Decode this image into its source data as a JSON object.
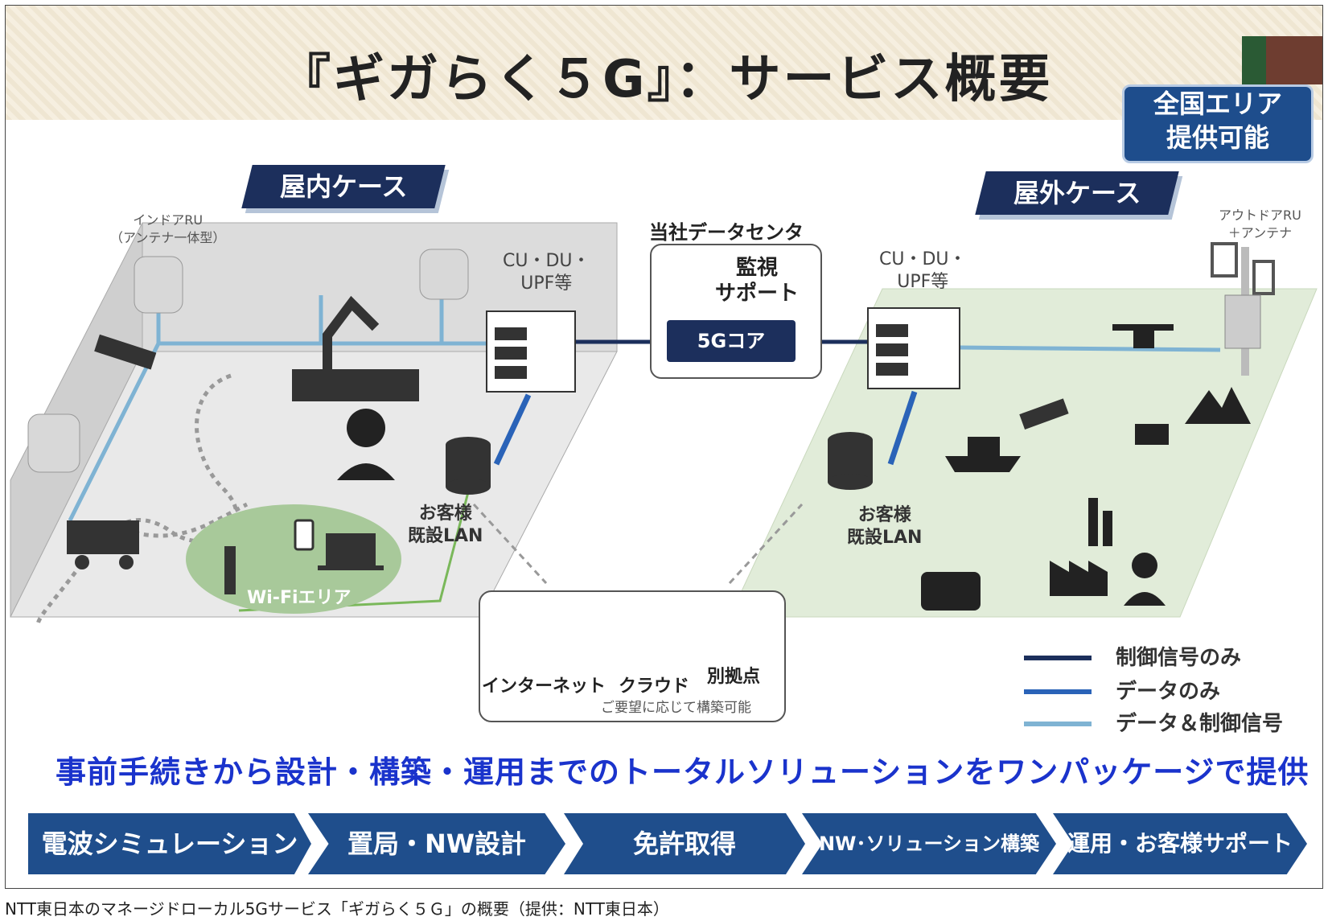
{
  "title": "『ギガらく５G』：サービス概要",
  "area_badge": [
    "全国エリア",
    "提供可能"
  ],
  "indoor_case": "屋内ケース",
  "outdoor_case": "屋外ケース",
  "indoor_ru": [
    "インドアRU",
    "（アンテナ一体型）"
  ],
  "outdoor_ru": [
    "アウトドアRU",
    "＋アンテナ"
  ],
  "cu_du_left": [
    "CU・DU・",
    "UPF等"
  ],
  "cu_du_right": [
    "CU・DU・",
    "UPF等"
  ],
  "datacenter": {
    "title": "当社データセンタ",
    "monitor": [
      "監視",
      "サポート"
    ],
    "core": "5Gコア"
  },
  "customer_lan_left": [
    "お客様",
    "既設LAN"
  ],
  "customer_lan_right": [
    "お客様",
    "既設LAN"
  ],
  "wifi_area": "Wi-Fiエリア",
  "cloud_box": {
    "internet": "インターネット",
    "cloud": "クラウド",
    "branch": "別拠点",
    "note": "ご要望に応じて構築可能"
  },
  "legend": [
    {
      "label": "制御信号のみ",
      "color": "#1c2f5c"
    },
    {
      "label": "データのみ",
      "color": "#2a63b8"
    },
    {
      "label": "データ＆制御信号",
      "color": "#7fb3d3"
    }
  ],
  "tagline": "事前手続きから設計・構築・運用までのトータルソリューションをワンパッケージで提供",
  "steps": [
    "電波シミュレーション",
    "置局・NW設計",
    "免許取得",
    "NW･ソリューション構築",
    "運用・お客様サポート"
  ],
  "caption": "NTT東日本のマネージドローカル5Gサービス「ギガらく５Ｇ」の概要（提供：NTT東日本）",
  "icons": [
    "headset-person-icon",
    "server-icon",
    "database-icon",
    "globe-icon",
    "cloud-icon",
    "factory-icon",
    "drone-icon",
    "ship-icon",
    "excavator-icon",
    "bus-icon",
    "camera-icon",
    "robot-arm-icon",
    "vr-person-icon",
    "agv-icon",
    "router-icon",
    "laptop-icon",
    "smartphone-icon"
  ]
}
